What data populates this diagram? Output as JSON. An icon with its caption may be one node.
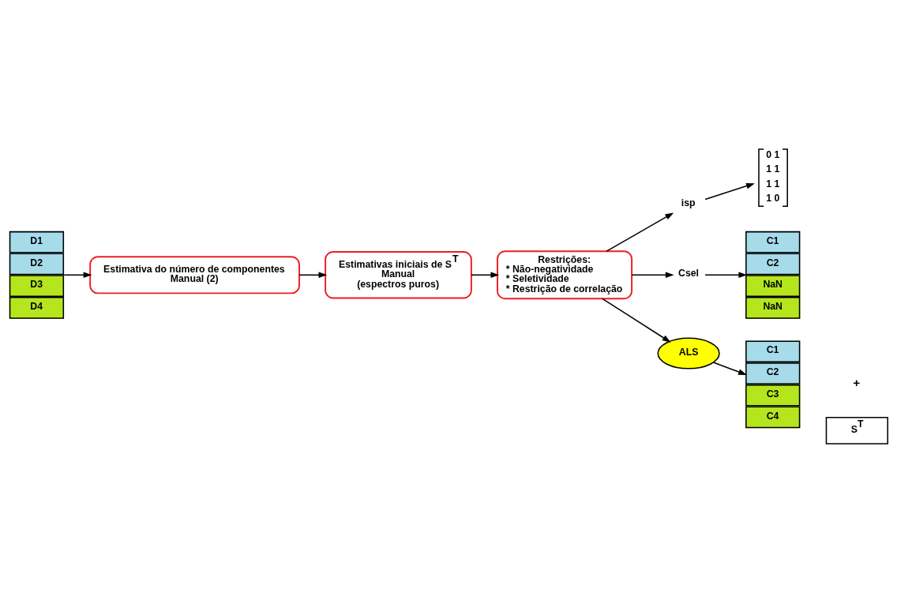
{
  "diagram": {
    "nodes": [
      {
        "text": [
          "D1",
          "D2",
          "D3",
          "D4"
        ]
      },
      {
        "text": [
          "Estimativa do número de componentes",
          "Manual (2)"
        ]
      },
      {
        "text": [
          "Estimativas iniciais de S$^{T}$",
          "Manual",
          "(espectros puros)"
        ]
      },
      {
        "text": [
          "Restrições:",
          "* Não-negatividade",
          "* Seletividade",
          "* Restrição de correlação"
        ]
      },
      {
        "text": [
          "isp"
        ]
      },
      {
        "text": [
          "0 1",
          "1 1",
          "1 1",
          "1 0"
        ]
      },
      {
        "text": [
          "Csel"
        ]
      },
      {
        "text": [
          "C1",
          "C2",
          "NaN",
          "NaN"
        ]
      },
      {
        "text": [
          "ALS"
        ]
      },
      {
        "text": [
          "C1",
          "C2",
          "C3",
          "C4"
        ]
      },
      {
        "text": [
          "S$^{T}$"
        ]
      }
    ],
    "edges": [
      {
        "from": 0,
        "to": 1,
        "arrow": "to"
      },
      {
        "from": 1,
        "to": 2,
        "arrow": "to"
      },
      {
        "from": 2,
        "to": 3,
        "arrow": "to"
      },
      {
        "from": 3,
        "to": 4,
        "arrow": "to"
      },
      {
        "from": 4,
        "to": 5,
        "arrow": "to"
      },
      {
        "from": 3,
        "to": 6,
        "arrow": "to"
      },
      {
        "from": 6,
        "to": 7,
        "arrow": "to"
      },
      {
        "from": 3,
        "to": 8,
        "arrow": "to"
      },
      {
        "from": 8,
        "to": 9,
        "arrow": "to"
      }
    ],
    "labels": [
      "+"
    ]
  }
}
